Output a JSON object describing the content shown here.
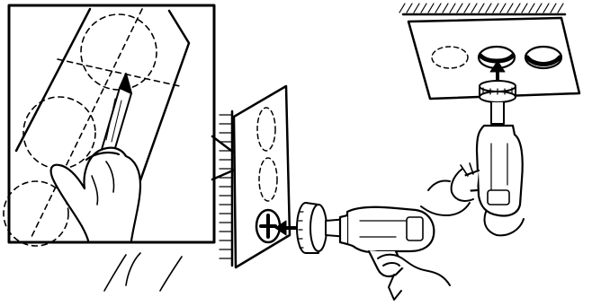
{
  "figure": {
    "kind": "line-art instruction illustration",
    "ink_color": "#000000",
    "paper_color": "#ffffff",
    "panels": [
      "detail-inset-marking-circles",
      "wall-drilling",
      "ceiling-drilling"
    ]
  }
}
